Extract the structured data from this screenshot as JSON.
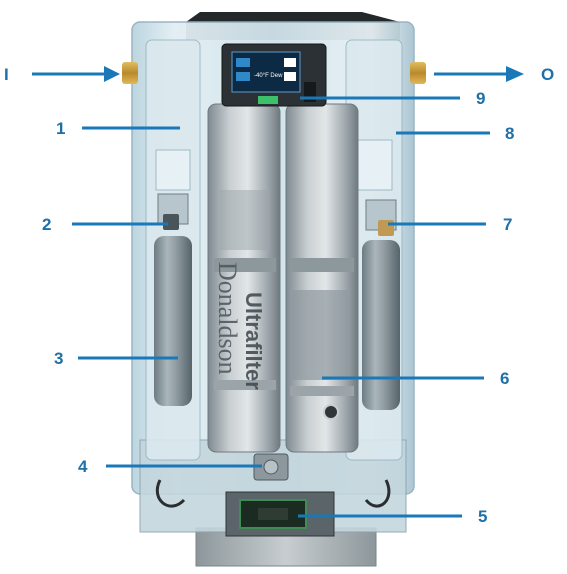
{
  "io": {
    "inlet": "I",
    "outlet": "O"
  },
  "callouts": [
    "1",
    "2",
    "3",
    "4",
    "5",
    "6",
    "7",
    "8",
    "9"
  ],
  "brand": {
    "name": "Donaldson",
    "product": "Ultrafilter"
  },
  "display": {
    "reading": "-40°F Dew"
  },
  "colors": {
    "callout_blue": "#1f6fa8",
    "line_blue": "#1a78b8",
    "housing_tint": "#d7e8ef",
    "column_grey": "#a9b0b3",
    "brass": "#c59a3c",
    "screen_blue": "#2f88c8",
    "status_green": "#3cc06a"
  }
}
